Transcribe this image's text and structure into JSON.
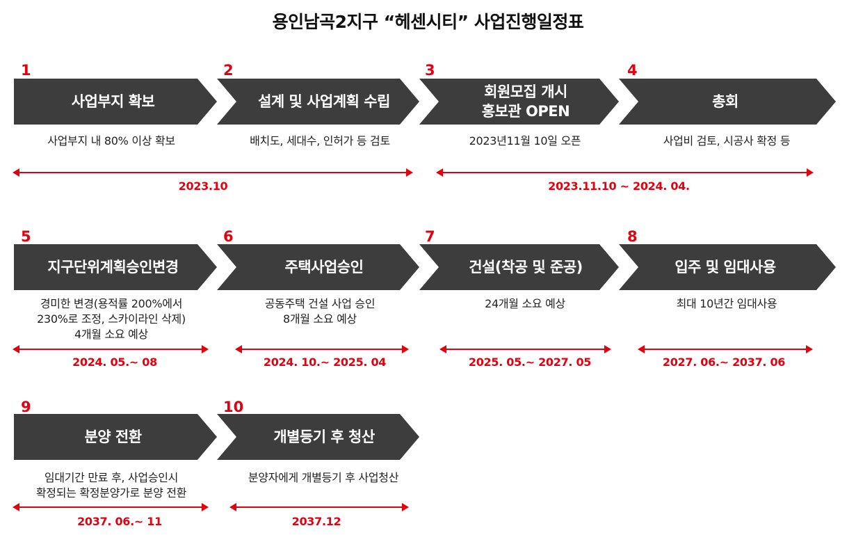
{
  "title": "용인남곡2지구 “헤센시티” 사업진행일정표",
  "colors": {
    "chevron": "#3d3d3d",
    "accent": "#e3000f",
    "text": "#222222"
  },
  "steps": [
    {
      "num": "1",
      "stage": "사업부지 확보",
      "desc": "사업부지 내 80% 이상 확보"
    },
    {
      "num": "2",
      "stage": "설계 및 사업계획 수립",
      "desc": "배치도, 세대수, 인허가 등 검토"
    },
    {
      "num": "3",
      "stage": "회원모집 개시\n홍보관 OPEN",
      "desc": "2023년11월 10일 오픈"
    },
    {
      "num": "4",
      "stage": "총회",
      "desc": "사업비 검토, 시공사 확정 등"
    },
    {
      "num": "5",
      "stage": "지구단위계획승인변경",
      "desc": "경미한 변경(용적률 200%에서\n230%로 조정, 스카이라인 삭제)\n4개월 소요 예상"
    },
    {
      "num": "6",
      "stage": "주택사업승인",
      "desc": "공동주택 건설 사업 승인\n8개월 소요 예상"
    },
    {
      "num": "7",
      "stage": "건설(착공 및 준공)",
      "desc": "24개월 소요 예상"
    },
    {
      "num": "8",
      "stage": "입주 및 임대사용",
      "desc": "최대 10년간 임대사용"
    },
    {
      "num": "9",
      "stage": "분양 전환",
      "desc": "임대기간 만료 후, 사업승인시\n확정되는 확정분양가로 분양 전환"
    },
    {
      "num": "10",
      "stage": "개별등기 후 청산",
      "desc": "분양자에게 개별등기 후 사업청산"
    }
  ],
  "periods": [
    {
      "label": "2023.10"
    },
    {
      "label": "2023.11.10 ~ 2024. 04."
    },
    {
      "label": "2024. 05.~ 08"
    },
    {
      "label": "2024. 10.~ 2025. 04"
    },
    {
      "label": "2025. 05.~ 2027. 05"
    },
    {
      "label": "2027. 06.~ 2037. 06"
    },
    {
      "label": "2037. 06.~ 11"
    },
    {
      "label": "2037.12"
    }
  ]
}
